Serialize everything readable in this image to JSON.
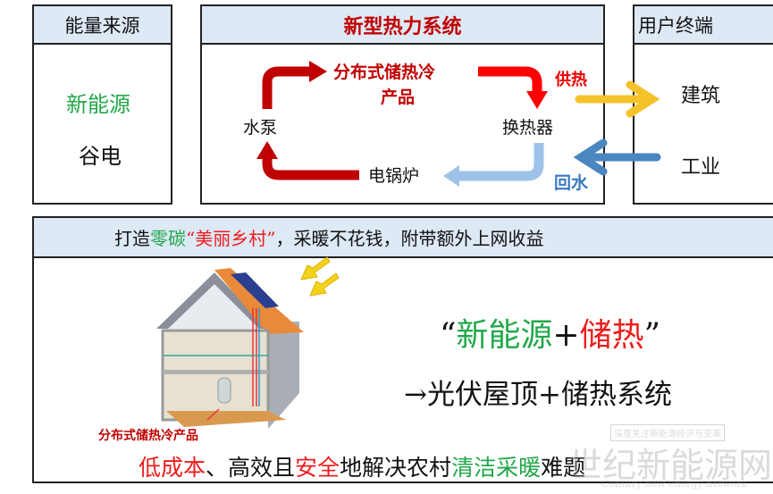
{
  "sources": {
    "title": "能量来源",
    "items": [
      "新能源",
      "谷电"
    ]
  },
  "system": {
    "title": "新型热力系统",
    "storage": "分布式储热冷",
    "storage2": "产品",
    "pump": "水泵",
    "exchanger": "换热器",
    "boiler": "电锅炉",
    "supply": "供热",
    "return": "回水"
  },
  "users": {
    "title": "用户终端",
    "items": [
      "建筑",
      "工业"
    ]
  },
  "bottom": {
    "header": [
      "打造",
      "零碳",
      "“美丽乡村”",
      "，采暖不花钱，附带额外上网收益"
    ],
    "slogan": [
      "“",
      "新能源",
      "+",
      "储热",
      "”"
    ],
    "solution": "→光伏屋顶+储热系统",
    "house_label": "分布式储热冷产品",
    "footer": [
      "低成本",
      "、高效且",
      "安全",
      "地解决农村",
      "清洁采暖",
      "难题"
    ]
  },
  "watermark": {
    "main": "世纪新能源网",
    "sub": "Century new energy network",
    "tag": "深度关注新能源经济与变革"
  },
  "colors": {
    "green": "#22a84a",
    "red": "#ee1c1c",
    "darkred": "#c00000",
    "blue": "#4a86c0",
    "yellow": "#f6c22a"
  }
}
